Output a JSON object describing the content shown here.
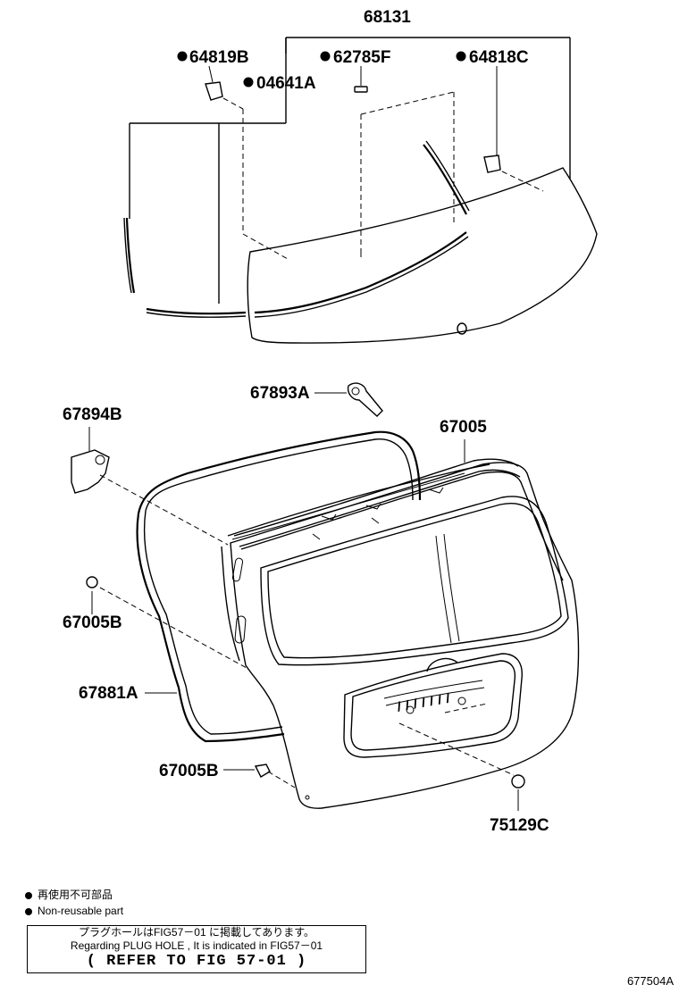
{
  "parts": {
    "p68131": "68131",
    "p64819B": "64819B",
    "p04641A": "04641A",
    "p62785F": "62785F",
    "p64818C": "64818C",
    "p67893A": "67893A",
    "p67894B": "67894B",
    "p67005": "67005",
    "p67005B_upper": "67005B",
    "p67881A": "67881A",
    "p67005B_lower": "67005B",
    "p75129C": "75129C"
  },
  "legend": {
    "line_jp": "再使用不可部品",
    "line_en": "Non-reusable part"
  },
  "note": {
    "line1": "プラグホールはFIG57－01 に掲載してあります。",
    "line2": "Regarding  PLUG  HOLE  , It  is  indicated  in  FIG57－01",
    "line3": "( REFER TO FIG 57-01 )"
  },
  "figure_id": "677504A"
}
